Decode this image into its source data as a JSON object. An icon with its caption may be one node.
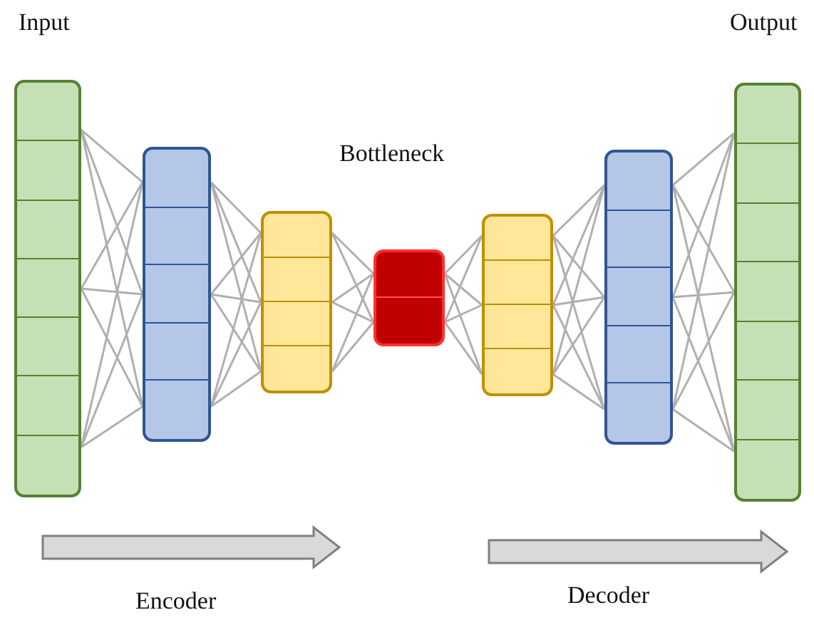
{
  "diagram": {
    "nodes": [
      {
        "text": [
          "Input"
        ]
      },
      {
        "text": [],
        "shape": "bar"
      },
      {
        "text": [],
        "shape": "bar"
      },
      {
        "text": [],
        "shape": "bar"
      },
      {
        "text": [],
        "shape": "bar"
      },
      {
        "text": [],
        "shape": "bar"
      },
      {
        "text": [
          "Output"
        ]
      }
    ],
    "edges": [
      {
        "from": 0,
        "to": 1,
        "arrow": "none"
      },
      {
        "from": 1,
        "to": 2,
        "arrow": "none"
      },
      {
        "from": 2,
        "to": 3,
        "arrow": "none"
      },
      {
        "from": 3,
        "to": 4,
        "arrow": "none"
      },
      {
        "from": 4,
        "to": 5,
        "arrow": "none"
      },
      {
        "from": 5,
        "to": 6,
        "arrow": "none"
      }
    ],
    "labels": [
      "Bottleneck",
      "Encoder",
      "Decoder"
    ]
  }
}
